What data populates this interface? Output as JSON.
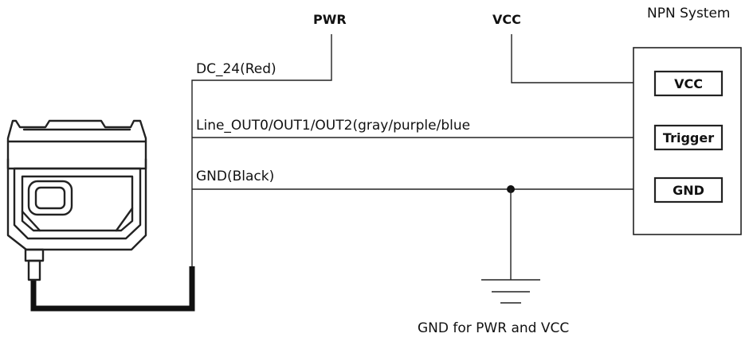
{
  "supply": {
    "pwr_label": "PWR",
    "vcc_label": "VCC"
  },
  "system": {
    "title": "NPN System",
    "pins": [
      "VCC",
      "Trigger",
      "GND"
    ]
  },
  "wires": {
    "power": "DC_24(Red)",
    "output": "Line_OUT0/OUT1/OUT2(gray/purple/blue",
    "ground": "GND(Black)"
  },
  "ground_note": "GND for PWR and VCC",
  "icons": {
    "device": "camera-device-icon",
    "ground": "ground-symbol-icon"
  },
  "colors": {
    "line": "#222222",
    "cable": "#111111",
    "background": "#ffffff"
  }
}
